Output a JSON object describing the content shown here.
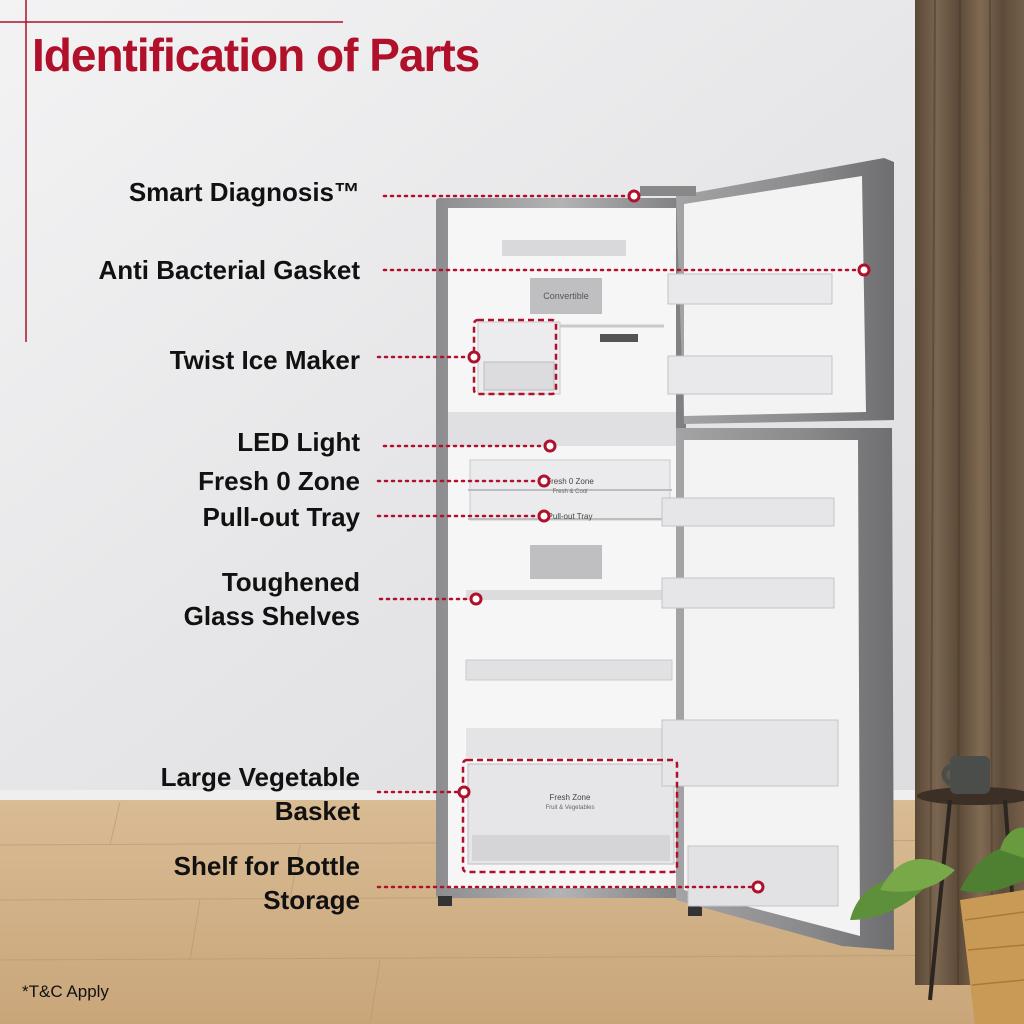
{
  "title": "Identification of Parts",
  "colors": {
    "accent": "#b0102a",
    "wall": "#e8e8ea",
    "floor": "#d4b48c",
    "body": "#9a9a9c",
    "curtain": "#6e5a44"
  },
  "icons": [
    "mug-icon",
    "plant-icon",
    "side-table-icon",
    "curtain-icon",
    "refrigerator-icon"
  ],
  "fridge_text": {
    "convertible": "Convertible",
    "fresh0_title": "Fresh 0 Zone",
    "fresh0_sub": "Fresh & Cool",
    "pullout": "Pull-out Tray",
    "freshzone_title": "Fresh Zone",
    "freshzone_sub": "Fruit & Vegetables"
  },
  "parts": [
    {
      "lines": [
        "Smart Diagnosis™"
      ]
    },
    {
      "lines": [
        "Anti Bacterial Gasket"
      ]
    },
    {
      "lines": [
        "Twist Ice Maker"
      ]
    },
    {
      "lines": [
        "LED Light"
      ]
    },
    {
      "lines": [
        "Fresh 0 Zone"
      ]
    },
    {
      "lines": [
        "Pull-out Tray"
      ]
    },
    {
      "lines": [
        "Toughened",
        "Glass Shelves"
      ]
    },
    {
      "lines": [
        "Large Vegetable",
        "Basket"
      ]
    },
    {
      "lines": [
        "Shelf for Bottle",
        "Storage"
      ]
    }
  ],
  "footnote": "*T&C Apply"
}
